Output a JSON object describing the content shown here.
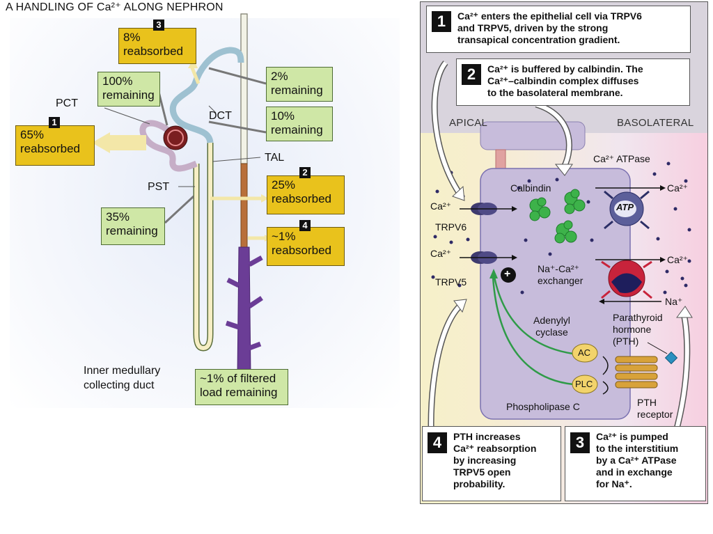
{
  "panel_a": {
    "title": "A  HANDLING OF Ca²⁺ ALONG NEPHRON",
    "segments": {
      "pct": "PCT",
      "dct": "DCT",
      "tal": "TAL",
      "pst": "PST"
    },
    "duct_label": "Inner medullary\ncollecting duct",
    "boxes": {
      "b1_num": "1",
      "b1": "65%\nreabsorbed",
      "b3_num": "3",
      "b3": "8%\nreabsorbed",
      "b2_num": "2",
      "b2": "25%\nreabsorbed",
      "b4_num": "4",
      "b4": "~1%\nreabsorbed",
      "g100": "100%\nremaining",
      "g2": "2%\nremaining",
      "g10": "10%\nremaining",
      "g35": "35%\nremaining",
      "gfinal": "~1% of filtered\nload remaining"
    }
  },
  "panel_b": {
    "apical": "APICAL",
    "basolateral": "BASOLATERAL",
    "callouts": {
      "c1_num": "1",
      "c1": "Ca²⁺ enters the epithelial cell via TRPV6\nand TRPV5, driven by the strong\ntransapical concentration gradient.",
      "c2_num": "2",
      "c2": "Ca²⁺ is buffered by calbindin. The\nCa²⁺–calbindin complex diffuses\nto the basolateral membrane.",
      "c3_num": "3",
      "c3": "Ca²⁺ is pumped\nto the interstitium\nby a Ca²⁺ ATPase\nand in exchange\nfor Na⁺.",
      "c4_num": "4",
      "c4": "PTH increases\nCa²⁺ reabsorption\nby increasing\nTRPV5 open\nprobability."
    },
    "labels": {
      "ca_trpv6": "Ca²⁺",
      "trpv6": "TRPV6",
      "ca_trpv5": "Ca²⁺",
      "trpv5": "TRPV5",
      "calbindin": "Calbindin",
      "ca_atpase": "Ca²⁺ ATPase",
      "atp": "ATP",
      "ca_out1": "Ca²⁺",
      "ca_out2": "Ca²⁺",
      "exchanger": "Na⁺-Ca²⁺\nexchanger",
      "na": "Na⁺",
      "adenylyl": "Adenylyl\ncyclase",
      "pth": "Parathyroid\nhormone\n(PTH)",
      "ac": "AC",
      "plc": "PLC",
      "phospholipase": "Phospholipase C",
      "pth_receptor": "PTH\nreceptor",
      "plus": "+"
    },
    "colors": {
      "calbindin": "#3db24a",
      "stimulation_arrow": "#2f9b48",
      "cell": "#c7bcdb",
      "atpase": "#5c5f9a",
      "exchanger": "#c8233b"
    }
  }
}
